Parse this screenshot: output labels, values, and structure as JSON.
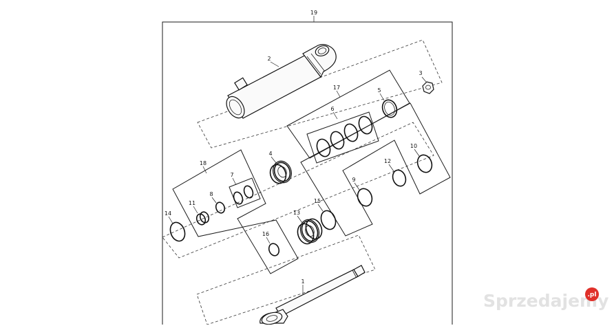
{
  "labels": {
    "assembly": "19",
    "barrel": "2",
    "nut": "3",
    "seal_kit_rod": "17",
    "ring_5": "5",
    "seal_set_6": "6",
    "piston": "4",
    "seal_kit_piston": "18",
    "seal_pair_7": "7",
    "ring_8": "8",
    "bushing_11": "11",
    "ring_14": "14",
    "ring_10": "10",
    "ring_12": "12",
    "ring_9": "9",
    "ring_15": "15",
    "gland": "13",
    "ring_16": "16",
    "rod": "1"
  },
  "watermark": {
    "text": "Sprzedajemy",
    "badge": ".pl",
    "badge_color": "#e0302a"
  }
}
